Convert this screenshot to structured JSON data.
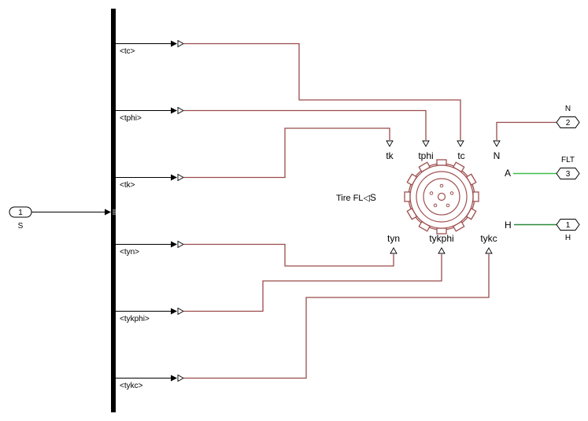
{
  "inport": {
    "number": "1",
    "name": "S"
  },
  "bus_signals": [
    "<tc>",
    "<tphi>",
    "<tk>",
    "<tyn>",
    "<tykphi>",
    "<tykc>"
  ],
  "tire_block": {
    "name": "Tire FL",
    "conserving_port": "S",
    "top_ports": [
      "tk",
      "tphi",
      "tc",
      "N"
    ],
    "bottom_ports": [
      "tyn",
      "tykphi",
      "tykc"
    ],
    "side_ports": [
      "A",
      "H"
    ]
  },
  "outports": [
    {
      "number": "2",
      "name": "N"
    },
    {
      "number": "3",
      "name": "FLT"
    },
    {
      "number": "1",
      "name": "H"
    }
  ],
  "colors": {
    "physical_line": "#9b4a4a",
    "green_line": "#3ec04a",
    "dark_green_line": "#2a8a3a"
  }
}
